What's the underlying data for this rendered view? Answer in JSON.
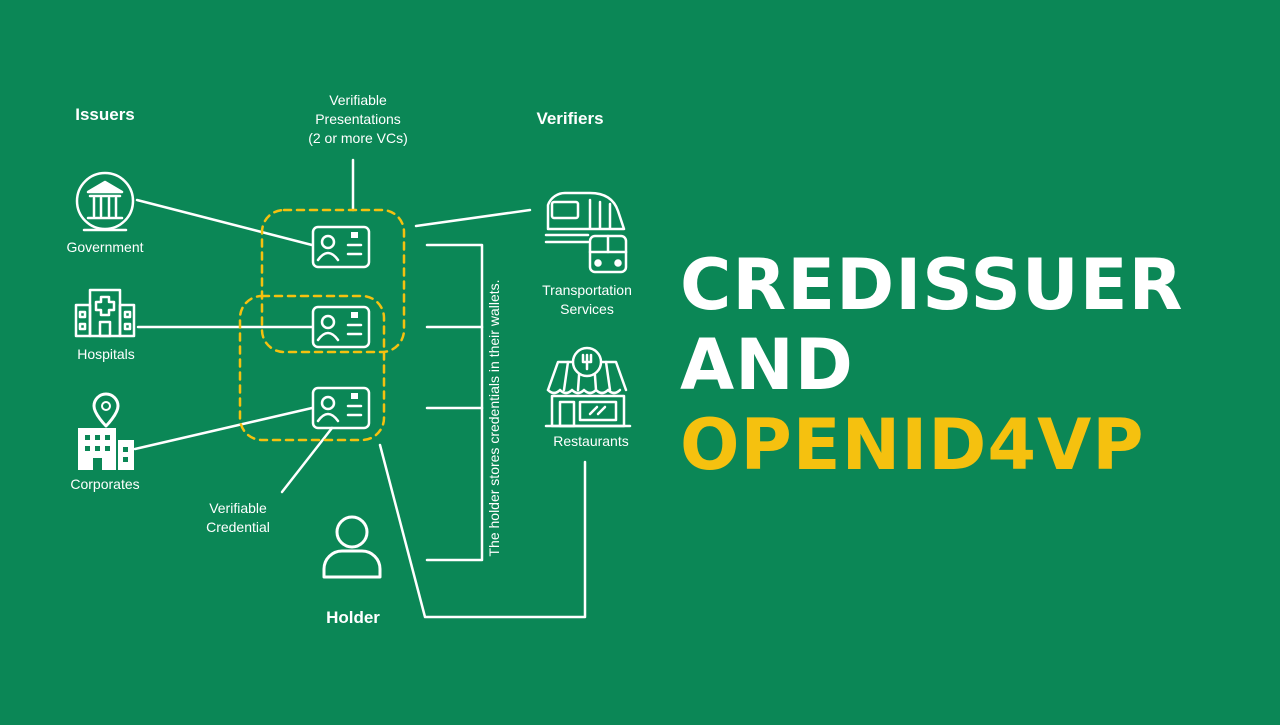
{
  "issuers": {
    "heading": "Issuers",
    "government": "Government",
    "hospitals": "Hospitals",
    "corporates": "Corporates"
  },
  "verifiers": {
    "heading": "Verifiers",
    "transport_line1": "Transportation",
    "transport_line2": "Services",
    "restaurants": "Restaurants"
  },
  "presentations": {
    "line1": "Verifiable",
    "line2": "Presentations",
    "line3": "(2 or more VCs)"
  },
  "credential": {
    "line1": "Verifiable",
    "line2": "Credential"
  },
  "holder": {
    "label": "Holder",
    "wallet_note": "The holder stores credentials in their wallets."
  },
  "title": {
    "line1": "CREDISSUER",
    "line2": "AND",
    "line3": "OPENID4VP"
  },
  "colors": {
    "background": "#0b8756",
    "accent": "#f5c10f",
    "foreground": "#ffffff"
  }
}
